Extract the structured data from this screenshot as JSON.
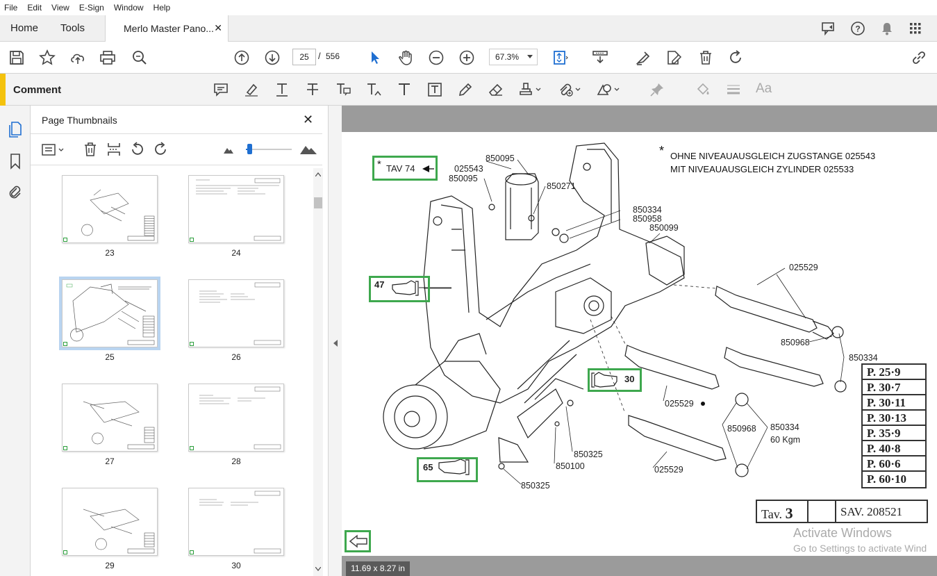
{
  "menu": [
    "File",
    "Edit",
    "View",
    "E-Sign",
    "Window",
    "Help"
  ],
  "tabs": {
    "home": "Home",
    "tools": "Tools",
    "document": "Merlo Master Pano...",
    "close": "✕"
  },
  "toolbar": {
    "page_current": "25",
    "page_sep": "/",
    "page_total": "556",
    "zoom": "67.3%"
  },
  "comment": {
    "label": "Comment",
    "aa": "Aa"
  },
  "panel": {
    "title": "Page Thumbnails",
    "close": "✕",
    "thumbnails": [
      {
        "num": "23"
      },
      {
        "num": "24"
      },
      {
        "num": "25",
        "selected": true
      },
      {
        "num": "26"
      },
      {
        "num": "27"
      },
      {
        "num": "28"
      },
      {
        "num": "29"
      },
      {
        "num": "30"
      }
    ]
  },
  "page": {
    "note_star": "*",
    "note_line1": "OHNE NIVEAUAUSGLEICH ZUGSTANGE 025543",
    "note_line2": "MIT NIVEAUAUSGLEICH ZYLINDER 025533",
    "tav74": "TAV 74",
    "ref47": "47",
    "ref30": "30",
    "ref65": "65",
    "parts": {
      "p850095a": "850095",
      "p025543": "025543",
      "p850095b": "850095",
      "p850271": "850271",
      "p850334a": "850334",
      "p850958": "850958",
      "p850099": "850099",
      "p025529a": "025529",
      "p850968a": "850968",
      "p850334b": "850334",
      "p025529b": "025529",
      "p850968b": "850968",
      "p850334c": "850334",
      "p60kgm": "60 Kgm",
      "p850325a": "850325",
      "p850100": "850100",
      "p850325b": "850325",
      "p025529c": "025529"
    },
    "prefs": [
      "P. 25·9",
      "P. 30·7",
      "P. 30·11",
      "P. 30·13",
      "P. 35·9",
      "P. 40·8",
      "P. 60·6",
      "P. 60·10"
    ],
    "tav_label": "Tav.",
    "tav_num": "3",
    "sav": "SAV. 208521"
  },
  "status": {
    "dimensions": "11.69 x 8.27 in"
  },
  "watermark": {
    "line1": "Activate Windows",
    "line2": "Go to Settings to activate Wind"
  },
  "colors": {
    "accent_comment": "#f4c20d",
    "highlight_box": "#3ea84e",
    "selection": "#b9d4f0"
  }
}
